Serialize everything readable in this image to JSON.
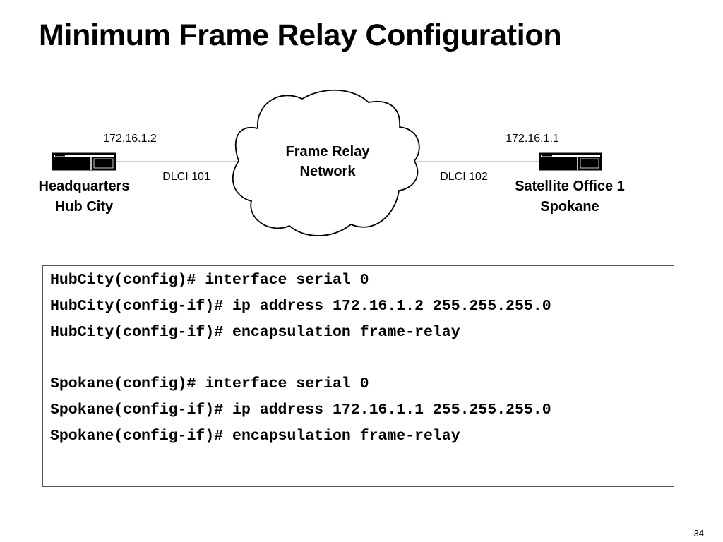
{
  "title": "Minimum Frame Relay Configuration",
  "diagram": {
    "cloud_label_line1": "Frame Relay",
    "cloud_label_line2": "Network",
    "left_router": {
      "ip": "172.16.1.2",
      "dlci": "DLCI 101",
      "name_line1": "Headquarters",
      "name_line2": "Hub City",
      "icon": "router-icon"
    },
    "right_router": {
      "ip": "172.16.1.1",
      "dlci": "DLCI 102",
      "name_line1": "Satellite Office 1",
      "name_line2": "Spokane",
      "icon": "router-icon"
    }
  },
  "config": {
    "lines": [
      "HubCity(config)# interface serial 0",
      "HubCity(config-if)# ip address 172.16.1.2 255.255.255.0",
      "HubCity(config-if)# encapsulation frame-relay",
      "",
      "Spokane(config)# interface serial 0",
      "Spokane(config-if)# ip address 172.16.1.1 255.255.255.0",
      "Spokane(config-if)# encapsulation frame-relay"
    ]
  },
  "page_number": "34"
}
